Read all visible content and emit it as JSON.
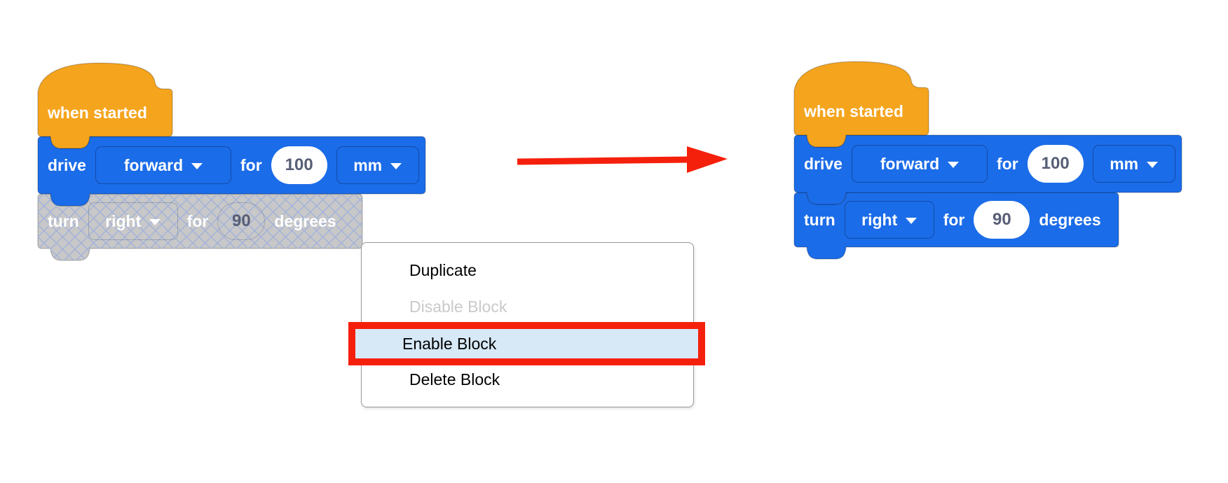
{
  "workspace": {
    "before": {
      "hat": {
        "label": "when started"
      },
      "drive": {
        "verb": "drive",
        "direction": "forward",
        "for": "for",
        "distance": "100",
        "unit": "mm"
      },
      "turn": {
        "verb": "turn",
        "direction": "right",
        "for": "for",
        "angle": "90",
        "unit": "degrees",
        "state": "disabled"
      }
    },
    "after": {
      "hat": {
        "label": "when started"
      },
      "drive": {
        "verb": "drive",
        "direction": "forward",
        "for": "for",
        "distance": "100",
        "unit": "mm"
      },
      "turn": {
        "verb": "turn",
        "direction": "right",
        "for": "for",
        "angle": "90",
        "unit": "degrees",
        "state": "enabled"
      }
    }
  },
  "context_menu": {
    "items": [
      {
        "label": "Duplicate",
        "enabled": true,
        "highlighted": false
      },
      {
        "label": "Disable Block",
        "enabled": false,
        "highlighted": false
      },
      {
        "label": "Enable Block",
        "enabled": true,
        "highlighted": true
      },
      {
        "label": "Delete Block",
        "enabled": true,
        "highlighted": false
      }
    ]
  },
  "colors": {
    "block_orange": "#F5A41D",
    "block_blue": "#1B6CE8",
    "disabled_gray": "#C8C8C8",
    "hatch_line": "#9FB0DC",
    "field_text": "#575E75",
    "annotation_red": "#F5200C",
    "highlight_blue": "#D7E9F7",
    "menu_border": "#999999",
    "menu_text": "#000000",
    "menu_disabled_text": "#C9C9C9"
  }
}
